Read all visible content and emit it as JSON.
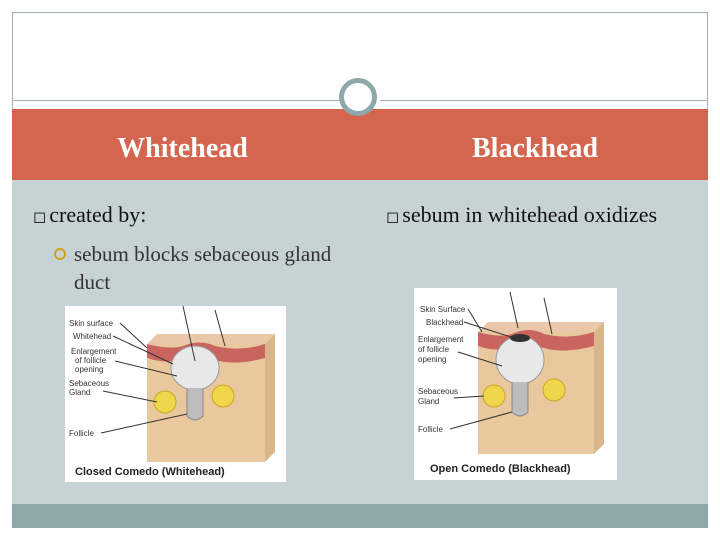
{
  "columns": [
    {
      "title": "Whitehead",
      "bullet": "created by:",
      "sub_bullet": "sebum blocks sebaceous gland duct",
      "diagram": {
        "labels": [
          "Skin surface",
          "Whitehead",
          "Enlargement",
          "of follicle",
          "opening",
          "Sebaceous",
          "Gland",
          "Follicle"
        ],
        "caption": "Closed Comedo (Whitehead)"
      }
    },
    {
      "title": "Blackhead",
      "bullet": "sebum in whitehead oxidizes",
      "diagram": {
        "labels": [
          "Skin Surface",
          "Blackhead",
          "Enlargement",
          "of follicle",
          "opening",
          "Sebaceous",
          "Gland",
          "Follicle"
        ],
        "caption": "Open Comedo (Blackhead)"
      }
    }
  ],
  "colors": {
    "header": "#d4654e",
    "content": "#c7d2d4",
    "footer": "#8fa9ab"
  }
}
